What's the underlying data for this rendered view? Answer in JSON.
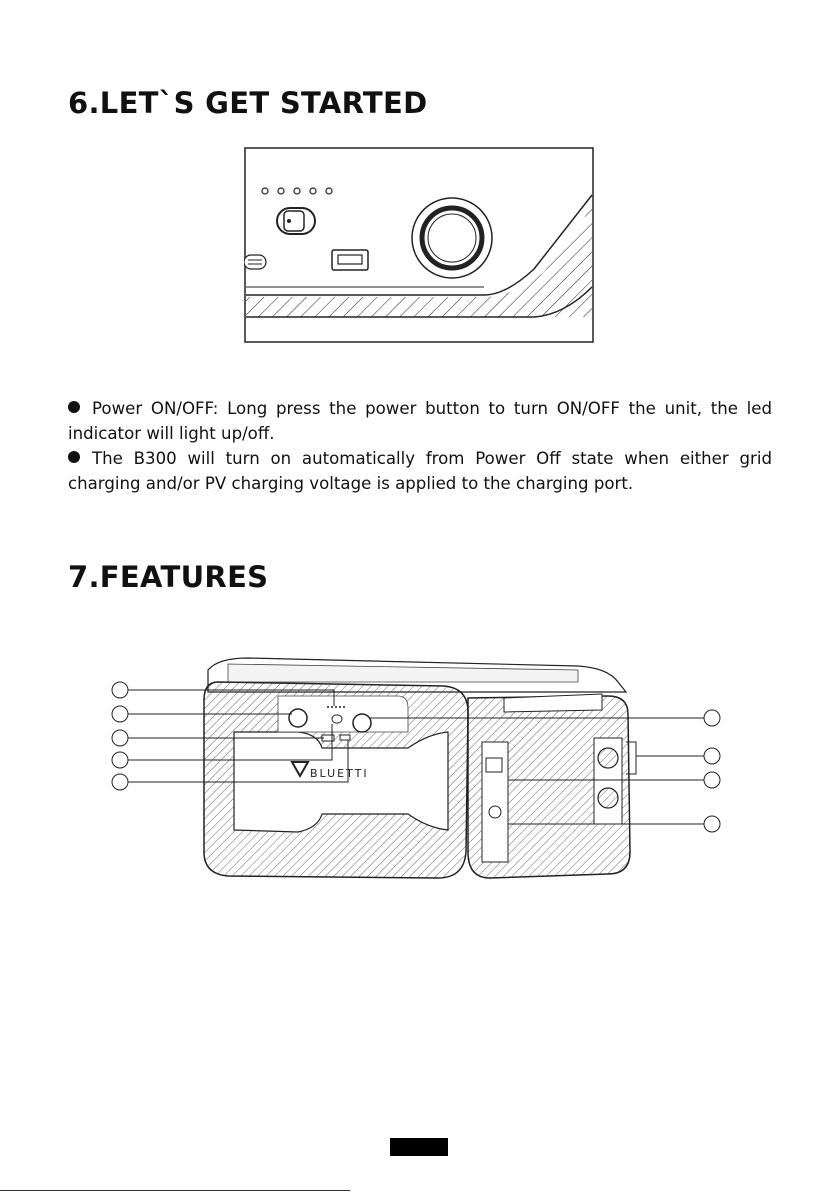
{
  "sections": {
    "start_title": "6.LET`S GET STARTED",
    "features_title": "7.FEATURES"
  },
  "paragraphs": {
    "p1": "Power ON/OFF: Long press the power button to turn ON/OFF the unit, the led indicator will light up/off.",
    "p2": "The B300 will turn on automatically from Power Off state when either grid charging and/or PV charging voltage is applied to the charging port."
  },
  "device": {
    "brand": "BLUETTI"
  },
  "colors": {
    "text": "#111111",
    "line": "#222222"
  }
}
